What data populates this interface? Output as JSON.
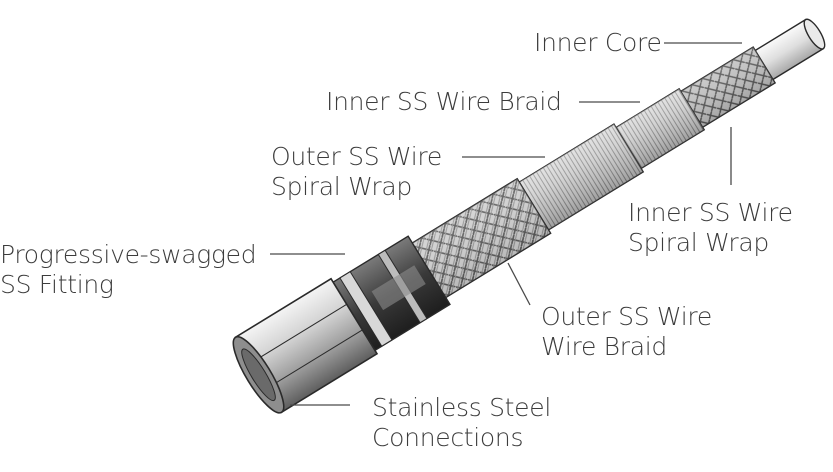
{
  "labels": {
    "inner_core": "Inner Core",
    "inner_braid": "Inner SS Wire Braid",
    "outer_spiral_1": "Outer SS Wire",
    "outer_spiral_2": "Spiral Wrap",
    "inner_spiral_1": "Inner SS Wire",
    "inner_spiral_2": "Spiral Wrap",
    "fitting_1": "Progressive-swagged",
    "fitting_2": "SS Fitting",
    "outer_braid_1": "Outer SS Wire",
    "outer_braid_2": "Wire Braid",
    "connections_1": "Stainless Steel",
    "connections_2": "Connections"
  },
  "colors": {
    "text": "#3c3c3c",
    "leader": "#4a4a4a",
    "steel_light": "#e6e6e6",
    "steel_mid": "#b9b9b9",
    "steel_dark": "#6e6e6e",
    "outline": "#2a2a2a"
  }
}
